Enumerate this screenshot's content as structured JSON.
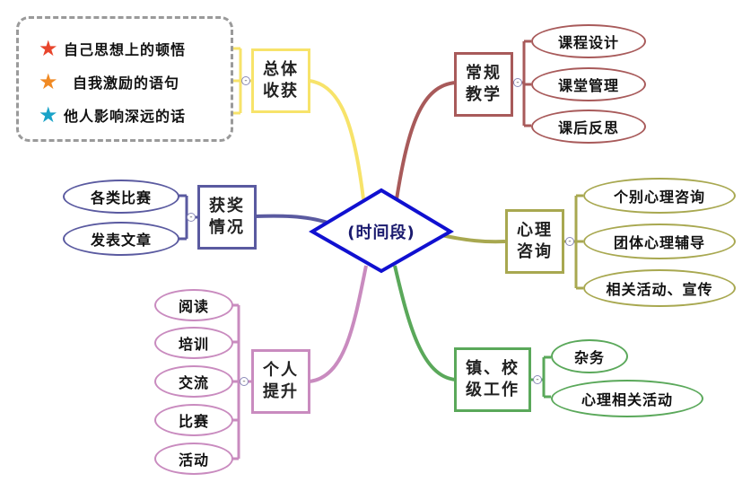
{
  "center": {
    "label": "(时间段)"
  },
  "legend": [
    {
      "text": "自己思想上的顿悟",
      "icon": "red-star-icon",
      "color": "#e8452c"
    },
    {
      "text": "自我激励的语句",
      "icon": "orange-star-icon",
      "color": "#f08a24"
    },
    {
      "text": "他人影响深远的话",
      "icon": "teal-star-icon",
      "color": "#1aa3c8"
    }
  ],
  "branches": {
    "overall": {
      "label": "总体收获",
      "color": "#f7e36a"
    },
    "awards": {
      "label": "获奖情况",
      "color": "#5a5aa0",
      "children": [
        "各类比赛",
        "发表文章"
      ]
    },
    "personal": {
      "label": "个人提升",
      "color": "#c98bbf",
      "children": [
        "阅读",
        "培训",
        "交流",
        "比赛",
        "活动"
      ]
    },
    "teaching": {
      "label": "常规教学",
      "color": "#a85a5a",
      "children": [
        "课程设计",
        "课堂管理",
        "课后反思"
      ]
    },
    "psych": {
      "label": "心理咨询",
      "color": "#a8a850",
      "children": [
        "个别心理咨询",
        "团体心理辅导",
        "相关活动、宣传"
      ]
    },
    "school": {
      "label": "镇、校级工作",
      "color": "#5aa85a",
      "children": [
        "杂务",
        "心理相关活动"
      ]
    }
  }
}
